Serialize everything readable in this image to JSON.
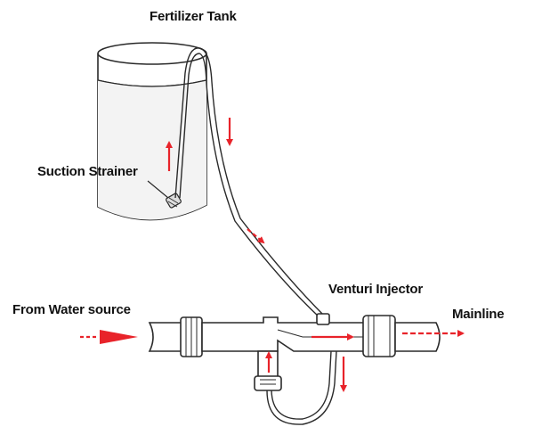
{
  "labels": {
    "fertilizer_tank": "Fertilizer Tank",
    "suction_strainer": "Suction Strainer",
    "venturi_injector": "Venturi Injector",
    "from_water_source": "From Water source",
    "mainline": "Mainline"
  },
  "colors": {
    "line": "#2a2a2a",
    "arrow": "#e8232a",
    "fill": "#ffffff",
    "liquid": "#f3f3f3"
  }
}
